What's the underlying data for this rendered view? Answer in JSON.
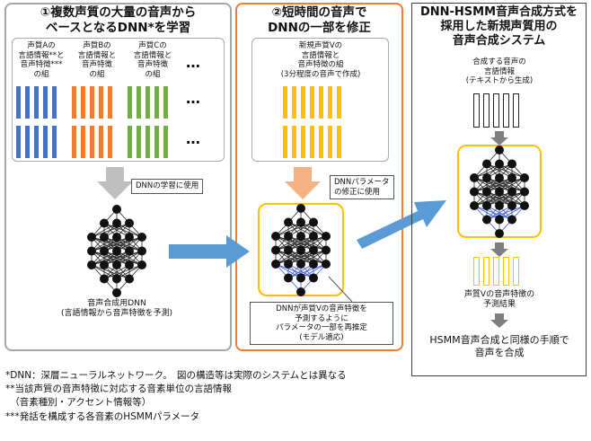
{
  "panel1": {
    "title": "①複数声質の大量の音声から\nベースとなるDNN*を学習",
    "groups": [
      {
        "label": "声質Aの\n言語情報**と\n音声特徴***\nの組",
        "color": "#4472c4"
      },
      {
        "label": "声質Bの\n言語情報と\n音声特徴\nの組",
        "color": "#ed7d31"
      },
      {
        "label": "声質Cの\n言語情報と\n音声特徴\nの組",
        "color": "#70ad47"
      }
    ],
    "ellipsis": "…",
    "arrow_label": "DNNの学習に使用",
    "dnn_caption": "音声合成用DNN\n(言語情報から音声特徴を予測)"
  },
  "panel2": {
    "title": "②短時間の音声で\nDNNの一部を修正",
    "data_label": "新規声質Vの\n言語情報と\n音声特徴の組\n(3分程度の音声で作成)",
    "arrow_label": "DNNパラメータ\nの修正に使用",
    "callout": "DNNが声質Vの音声特徴を\n予測するように\nパラメータの一部を再推定\n(モデル適応)"
  },
  "panel3": {
    "title": "DNN-HSMM音声合成方式を\n採用した新規声質用の\n音声合成システム",
    "input_label": "合成する音声の\n言語情報\n(テキストから生成)",
    "output_label": "声質Vの音声特徴の\n予測結果",
    "final_label": "HSMM音声合成と同様の手順で\n音声を合成"
  },
  "footnotes": [
    "*DNN：深層ニューラルネットワーク。　図の構造等は実際のシステムとは異なる",
    "**当該声質の音声特徴に対応する音素単位の言語情報",
    "　（音素種別・アクセント情報等）",
    "***発話を構成する各音素のHSMMパラメータ"
  ],
  "colors": {
    "panel1_border": "#a6a6a6",
    "panel2_border": "#ed7d31",
    "panel3_border": "#404040",
    "yellow": "#ffc000",
    "big_arrow": "#5b9bd5",
    "gray_arrow": "#bfbfbf",
    "orange_arrow": "#f4b183",
    "adapted_edges": "#3a56d4"
  }
}
